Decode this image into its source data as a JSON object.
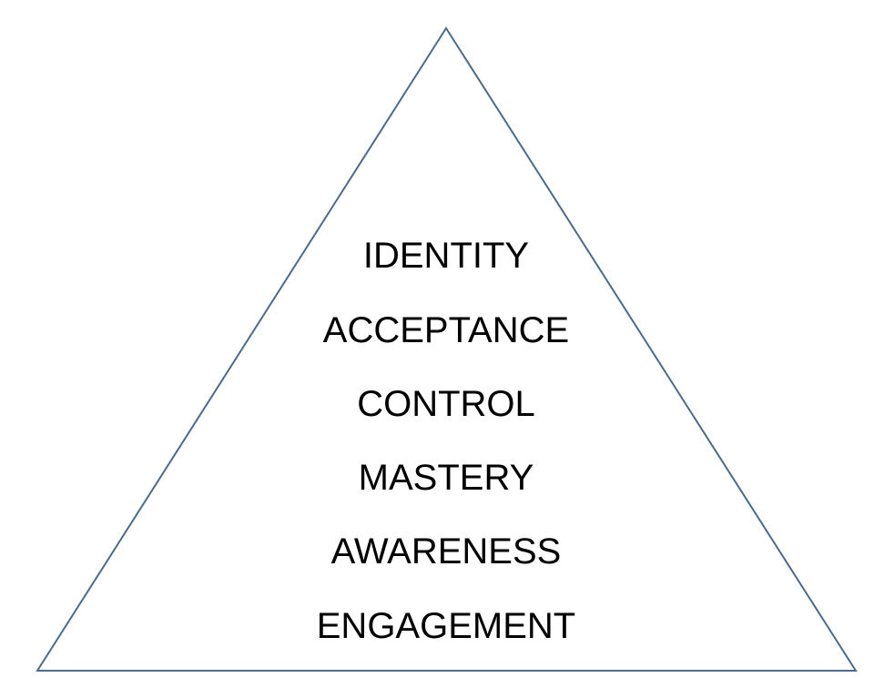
{
  "diagram": {
    "type": "pyramid",
    "stroke_color": "#4a6b8a",
    "text_color": "#000000",
    "levels": [
      "IDENTITY",
      "ACCEPTANCE",
      "CONTROL",
      "MASTERY",
      "AWARENESS",
      "ENGAGEMENT"
    ]
  }
}
